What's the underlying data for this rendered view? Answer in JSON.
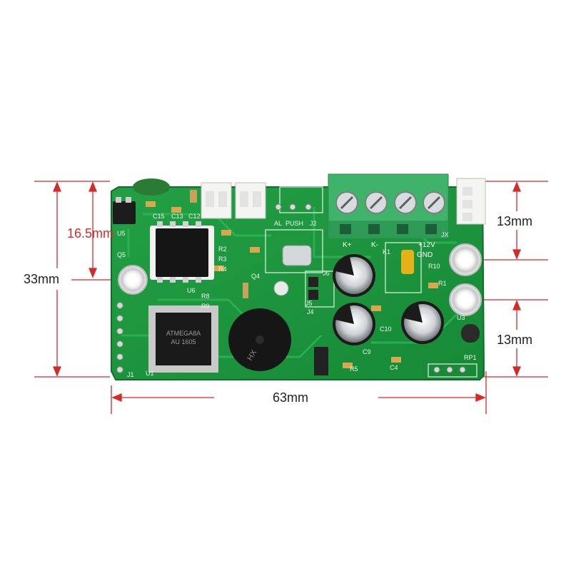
{
  "dimensions": {
    "height_total": "33mm",
    "height_upper": "16.5mm",
    "width_total": "63mm",
    "hole_spacing_top": "13mm",
    "hole_spacing_bottom": "13mm"
  },
  "board": {
    "chip_marking_line1": "ATMEGA8A",
    "chip_marking_line2": "AU 1605",
    "buzzer_text": "HX",
    "terminal_labels": [
      "K+",
      "K-",
      "+12V",
      "GND"
    ],
    "silkscreen": [
      "U5",
      "Q5",
      "C15",
      "C13",
      "C12",
      "U6",
      "R8",
      "R9",
      "U1",
      "J1",
      "R2",
      "R3",
      "R4",
      "R5",
      "Q4",
      "C9",
      "C10",
      "C4",
      "RP1",
      "R10",
      "J4",
      "J5",
      "J6",
      "J2",
      "PUSH",
      "AL",
      "JX",
      "U3",
      "R1",
      "K1"
    ]
  },
  "colors": {
    "pcb_green": "#1f9a3e",
    "dimension_red": "#d62a2a",
    "terminal_green": "#3fb36a"
  }
}
